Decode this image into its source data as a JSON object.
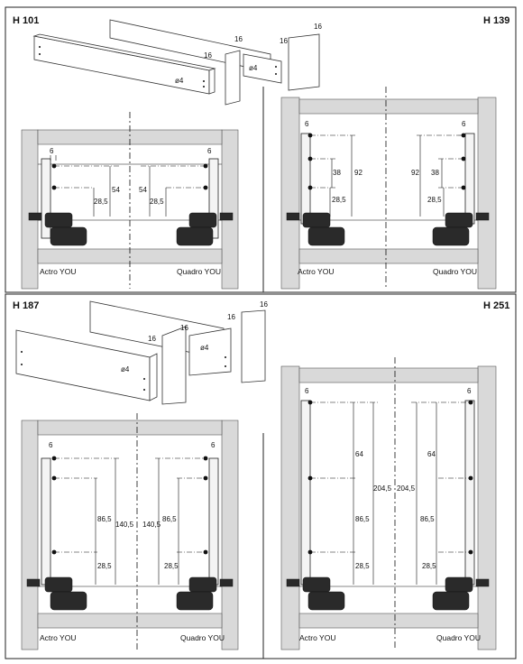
{
  "sections": [
    {
      "id": "top",
      "left_code": "H 101",
      "right_code": "H 139",
      "panel_labels": {
        "t16a": "16",
        "t16b": "16",
        "t16c": "16",
        "t16d": "16",
        "d4a": "ø4",
        "d4b": "ø4"
      },
      "left_drawing": {
        "offset_left": "6",
        "offset_right": "6",
        "dim_total": "54",
        "dim_bottom": "28,5",
        "dim_total_r": "54",
        "dim_bottom_r": "28,5",
        "caption_left": "Actro YOU",
        "caption_right": "Quadro YOU"
      },
      "right_drawing": {
        "offset_left": "6",
        "offset_right": "6",
        "dim_total": "92",
        "dim_mid": "38",
        "dim_bottom": "28,5",
        "dim_total_r": "92",
        "dim_mid_r": "38",
        "dim_bottom_r": "28,5",
        "caption_left": "Actro YOU",
        "caption_right": "Quadro YOU"
      }
    },
    {
      "id": "bottom",
      "left_code": "H 187",
      "right_code": "H 251",
      "panel_labels": {
        "t16a": "16",
        "t16b": "16",
        "t16c": "16",
        "t16d": "16",
        "d4a": "ø4",
        "d4b": "ø4"
      },
      "left_drawing": {
        "offset_left": "6",
        "offset_right": "6",
        "dim_total": "140,5",
        "dim_mid": "86,5",
        "dim_bottom": "28,5",
        "dim_total_r": "140,5",
        "dim_mid_r": "86,5",
        "dim_bottom_r": "28,5",
        "caption_left": "Actro YOU",
        "caption_right": "Quadro YOU"
      },
      "right_drawing": {
        "offset_left": "6",
        "offset_right": "6",
        "dim_total": "204,5",
        "dim_top": "64",
        "dim_mid": "86,5",
        "dim_bottom": "28,5",
        "dim_total_r": "204,5",
        "dim_top_r": "64",
        "dim_mid_r": "86,5",
        "dim_bottom_r": "28,5",
        "caption_left": "Actro YOU",
        "caption_right": "Quadro YOU"
      }
    }
  ]
}
